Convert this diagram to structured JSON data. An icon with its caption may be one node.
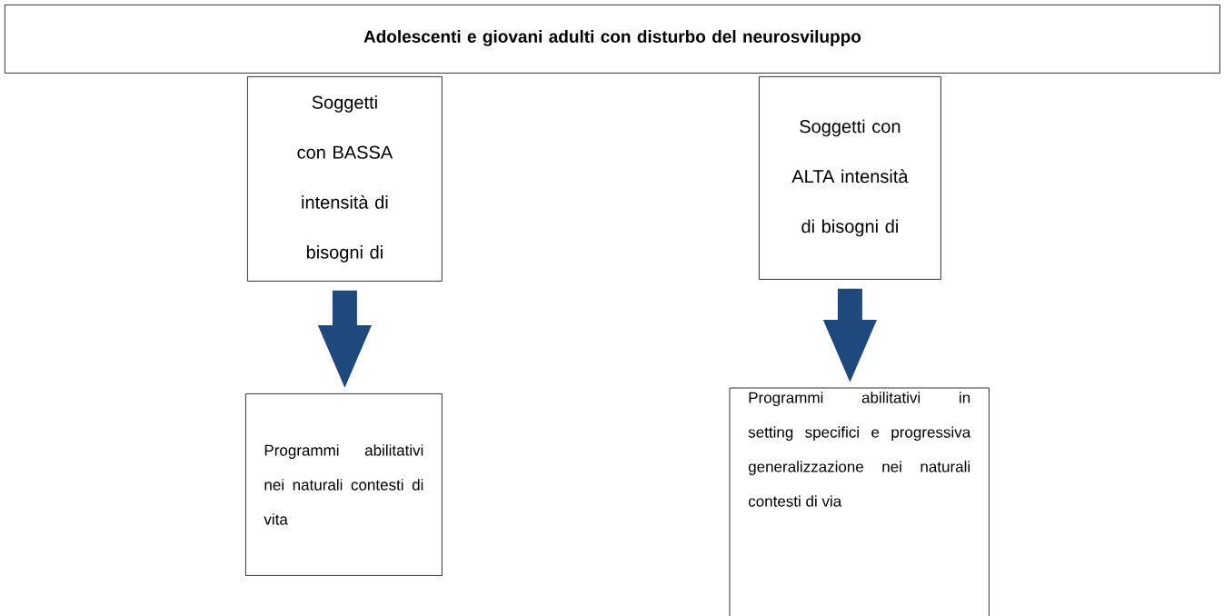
{
  "diagram": {
    "nodes": [
      {
        "text": [
          "Adolescenti e giovani adulti con disturbo del neurosviluppo"
        ]
      },
      {
        "text": [
          "Soggetti con BASSA intensità di bisogni di"
        ]
      },
      {
        "text": [
          "Soggetti con ALTA intensità di bisogni di"
        ]
      },
      {
        "text": [
          "Programmi abilitativi nei naturali contesti di vita"
        ]
      },
      {
        "text": [
          "Programmi abilitativi in setting specifici e progressiva generalizzazione nei naturali contesti di via"
        ]
      }
    ],
    "edges": [
      {
        "from": 1,
        "to": 3,
        "arrow": "to"
      },
      {
        "from": 2,
        "to": 4,
        "arrow": "to"
      }
    ]
  }
}
